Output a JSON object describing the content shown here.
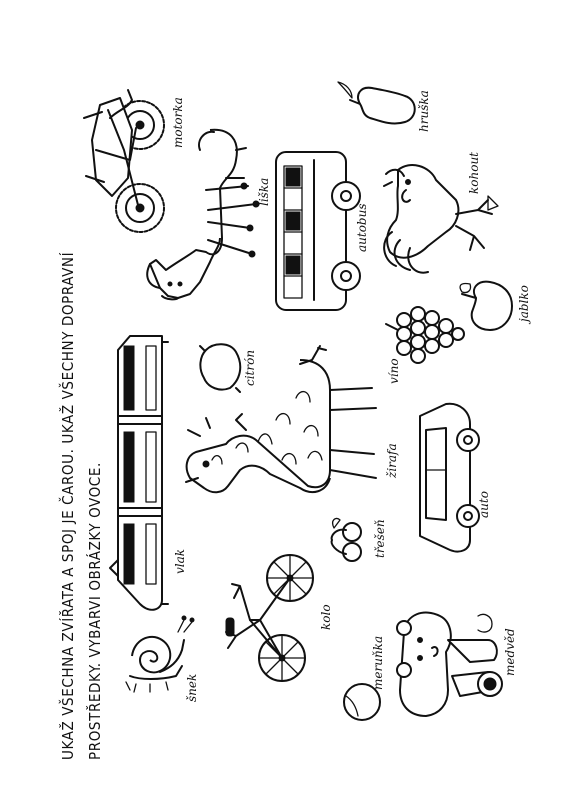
{
  "instructions": {
    "line1": "UKAŽ VŠECHNA ZVÍŘATA A SPOJ JE ČAROU. UKAŽ VŠECHNY DOPRAVNÍ",
    "line2": "PROSTŘEDKY. VYBARVI OBRÁZKY OVOCE."
  },
  "labels": {
    "motorka": "motorka",
    "hruska": "hruška",
    "liska": "liška",
    "autobus": "autobus",
    "kohout": "kohout",
    "jablko": "jablko",
    "citron": "citrón",
    "vino": "víno",
    "vlak": "vlak",
    "zirafa": "žirafa",
    "auto": "auto",
    "tresen": "třešeň",
    "kolo": "kolo",
    "snek": "šnek",
    "merunka": "meruňka",
    "medved": "medvěd"
  },
  "icons": [
    "motorcycle",
    "pear",
    "fox",
    "bus",
    "rooster",
    "apple",
    "lemon",
    "grapes",
    "train",
    "giraffe",
    "car",
    "cherries",
    "bicycle",
    "snail",
    "apricot",
    "bear"
  ]
}
